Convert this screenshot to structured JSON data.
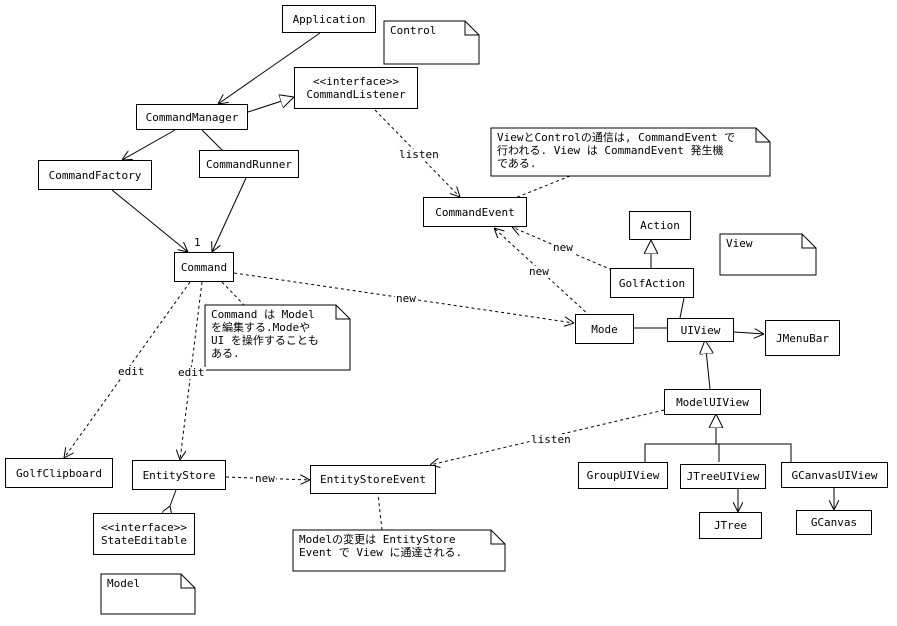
{
  "classes": {
    "application": "Application",
    "command_manager": "CommandManager",
    "command_listener_stereotype": "<<interface>>",
    "command_listener": "CommandListener",
    "command_factory": "CommandFactory",
    "command_runner": "CommandRunner",
    "command": "Command",
    "command_event": "CommandEvent",
    "action": "Action",
    "golf_action": "GolfAction",
    "mode": "Mode",
    "ui_view": "UIView",
    "jmenubar": "JMenuBar",
    "model_ui_view": "ModelUIView",
    "group_ui_view": "GroupUIView",
    "jtree_ui_view": "JTreeUIView",
    "gcanvas_ui_view": "GCanvasUIView",
    "jtree": "JTree",
    "gcanvas": "GCanvas",
    "golf_clipboard": "GolfClipboard",
    "entity_store": "EntityStore",
    "entity_store_event": "EntityStoreEvent",
    "state_editable_stereotype": "<<interface>>",
    "state_editable": "StateEditable"
  },
  "notes": {
    "control": "Control",
    "view": "View",
    "model": "Model",
    "view_control": "ViewとControlの通信は, CommandEvent で\n行われる. View は CommandEvent 発生機\nである.",
    "command_edits": "Command は Model\nを編集する.Modeや\nUI を操作することも\nある.",
    "model_change": "Modelの変更は EntityStore\nEvent で View に通達される."
  },
  "edge_labels": {
    "listen_command": "listen",
    "new_golfaction": "new",
    "new_mode": "new",
    "new_command": "new",
    "edit_clipboard": "edit",
    "edit_store": "edit",
    "listen_entity": "listen",
    "new_store_event": "new",
    "multiplicity_one": "1"
  }
}
